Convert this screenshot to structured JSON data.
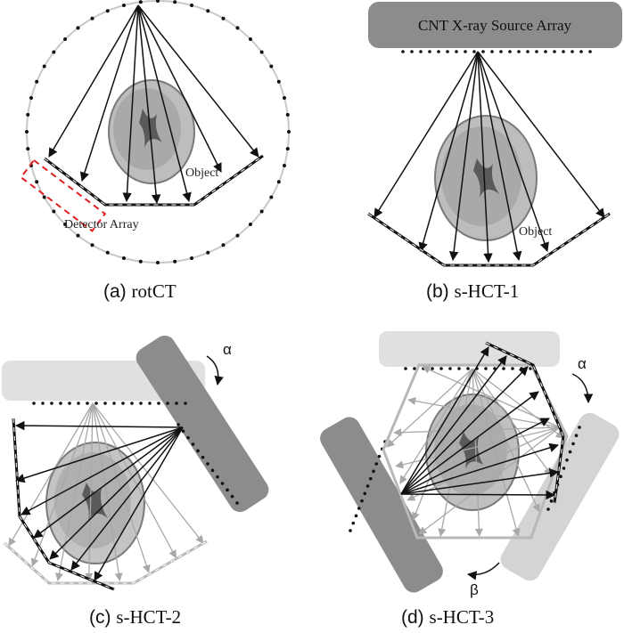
{
  "panels": {
    "a": {
      "caption_prefix": "(a)",
      "caption_name": "rotCT",
      "object_label": "Object",
      "detector_label": "Detector Array"
    },
    "b": {
      "caption_prefix": "(b)",
      "caption_name": "s-HCT-1",
      "source_label": "CNT X-ray Source Array",
      "object_label": "Object"
    },
    "c": {
      "caption_prefix": "(c)",
      "caption_name": "s-HCT-2",
      "alpha_label": "α"
    },
    "d": {
      "caption_prefix": "(d)",
      "caption_name": "s-HCT-3",
      "alpha_label": "α",
      "beta_label": "β"
    }
  },
  "colors": {
    "source_dark": "#8c8c8c",
    "source_light": "#e0e0e0",
    "phantom": "#bdbdbd",
    "phantom_core": "#5a5a5a",
    "ray": "#111111",
    "ray_light": "#a8a8a8",
    "detector_box": "#e02020",
    "circle_track": "#c8c8c8"
  }
}
